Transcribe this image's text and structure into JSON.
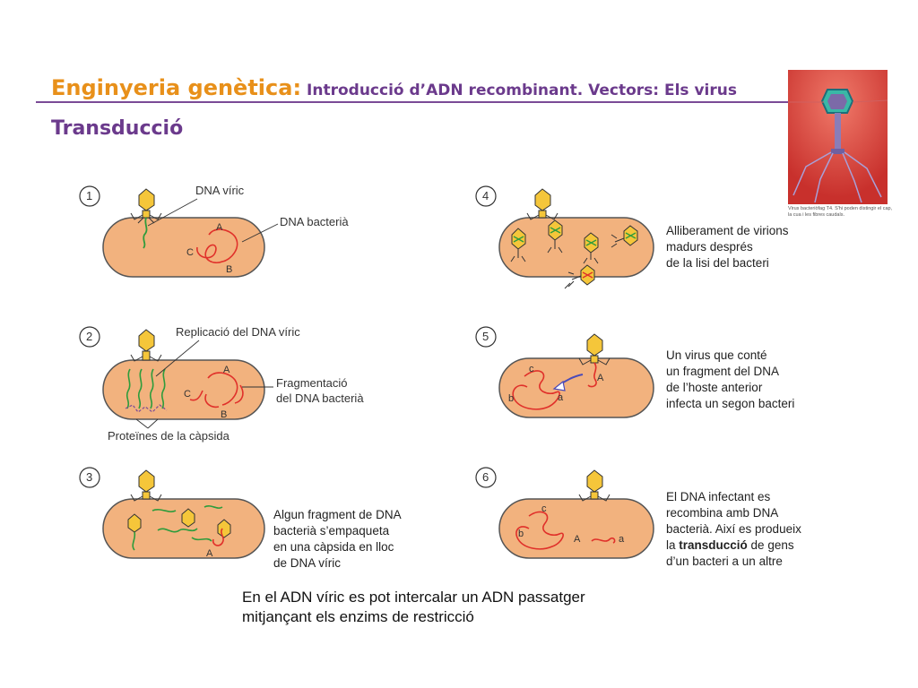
{
  "header": {
    "title_main": "Enginyeria genètica:",
    "title_sub": "Introducció d’ADN recombinant. Vectors: Els virus",
    "subtitle": "Transducció"
  },
  "photo": {
    "caption": "Virus bacteriòfag T4. S'hi poden distingir el cap, la cua i les fibres caudals."
  },
  "panels": [
    {
      "number": "1",
      "labels": [
        "DNA víric",
        "DNA bacterià"
      ],
      "letters": [
        "A",
        "B",
        "C"
      ]
    },
    {
      "number": "2",
      "labels": [
        "Replicació del DNA víric",
        "Fragmentació",
        "del DNA bacterià",
        "Proteïnes de la càpsida"
      ],
      "letters": [
        "A",
        "B",
        "C"
      ]
    },
    {
      "number": "3",
      "lines": [
        "Algun fragment de DNA",
        "bacterià s’empaqueta",
        "en una càpsida en lloc",
        "de DNA víric"
      ],
      "letters": [
        "A"
      ]
    },
    {
      "number": "4",
      "lines": [
        "Alliberament de virions",
        "madurs després",
        "de la lisi del bacteri"
      ]
    },
    {
      "number": "5",
      "lines": [
        "Un virus que conté",
        "un fragment del DNA",
        "de l’hoste anterior",
        "infecta un segon bacteri"
      ],
      "letters": [
        "A",
        "a",
        "b",
        "c"
      ]
    },
    {
      "number": "6",
      "lines": [
        "El DNA infectant es",
        "recombina amb DNA",
        "bacterià. Així es produeix",
        "d’un bacteri a un altre"
      ],
      "line4_before": "la ",
      "line4_bold": "transducció",
      "line4_after": " de gens",
      "letters": [
        "A",
        "a",
        "b",
        "c"
      ]
    }
  ],
  "footer": {
    "line1": "En el ADN víric es pot intercalar un ADN passatger",
    "line2": "mitjançant els enzims de restricció"
  },
  "colors": {
    "title_orange": "#e8901a",
    "title_purple": "#6b3a8c",
    "cell_fill": "#f2b27e",
    "capsid_yellow": "#f5c63a",
    "viral_dna_green": "#2e9c3c",
    "bacterial_dna_red": "#e0302a"
  }
}
